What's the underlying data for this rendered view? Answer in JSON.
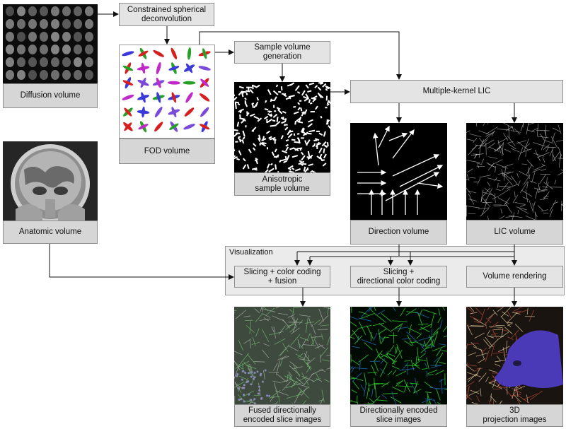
{
  "diagram": {
    "nodes": {
      "diffusion_volume": "Diffusion volume",
      "csd": "Constrained spherical\ndeconvolution",
      "fod_volume": "FOD volume",
      "sample_gen": "Sample volume\ngeneration",
      "anisotropic": "Anisotropic\nsample volume",
      "lic": "Multiple-kernel LIC",
      "direction_volume": "Direction volume",
      "lic_volume": "LIC volume",
      "anatomic_volume": "Anatomic volume",
      "visualization": "Visualization",
      "slicing_fusion": "Slicing + color coding\n+ fusion",
      "slicing_dir": "Slicing +\ndirectional color coding",
      "volume_rendering": "Volume rendering",
      "fused": "Fused directionally\nencoded slice images",
      "dir_encoded": "Directionally encoded\nslice images",
      "projection": "3D\nprojection images"
    }
  }
}
